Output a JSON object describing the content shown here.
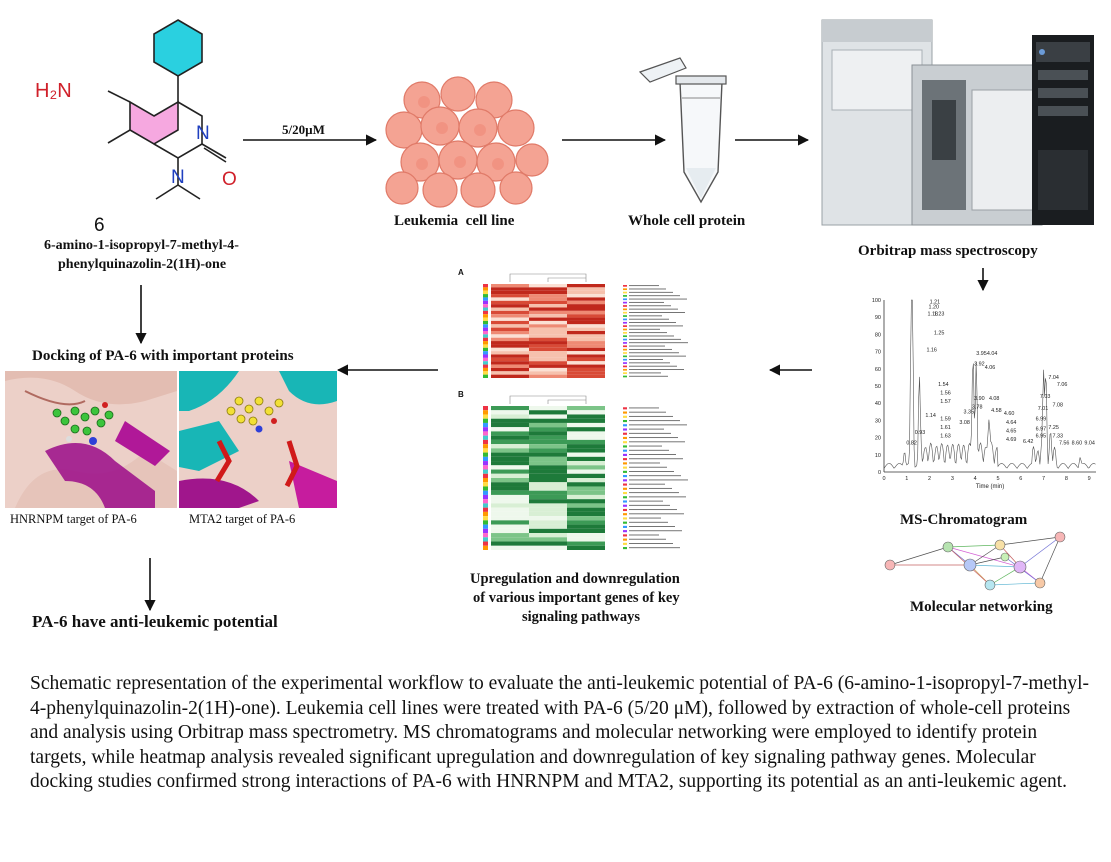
{
  "compound": {
    "amine_label": "H₂N",
    "n_label": "N",
    "o_label": "O",
    "number": "6",
    "name_line1": "6-amino-1-isopropyl-7-methyl-4-",
    "name_line2": "phenylquinazolin-2(1H)-one"
  },
  "workflow": {
    "dose_label": "5/20µM",
    "cell_line_label": "Leukemia  cell line",
    "protein_label": "Whole cell protein",
    "orbitrap_label": "Orbitrap mass spectroscopy",
    "ms_label": "MS-Chromatogram",
    "network_label": "Molecular networking",
    "heatmap_label_line1": "Upregulation and downregulation",
    "heatmap_label_line2": "of various important genes of key",
    "heatmap_label_line3": "signaling pathways",
    "docking_title": "Docking of PA-6 with important proteins",
    "hnrnpm_label": "HNRNPM target of PA-6",
    "mta2_label": "MTA2 target of PA-6",
    "conclusion": "PA-6 have anti-leukemic potential"
  },
  "heatmap": {
    "panel_a": "A",
    "panel_b": "B",
    "colors": {
      "up": "#c0281c",
      "mid": "#f6c1ad",
      "down": "#1e7a3a",
      "light_down": "#d8efd4"
    }
  },
  "chromatogram": {
    "x_axis_label": "Time (min)",
    "y_ticks": [
      "100",
      "90",
      "80",
      "70",
      "60",
      "50",
      "40",
      "30",
      "20",
      "10",
      "0"
    ],
    "x_ticks": [
      "0",
      "1",
      "2",
      "3",
      "4",
      "5",
      "6",
      "7",
      "8",
      "9"
    ],
    "peak_labels": [
      "1.21",
      "1.20",
      "1.18",
      "1.23",
      "1.25",
      "1.16",
      "1.54",
      "1.56",
      "1.57",
      "1.14",
      "1.59",
      "1.61",
      "1.63",
      "0.93",
      "0.82",
      "3.35",
      "3.08",
      "3.78",
      "3.90",
      "3.92",
      "3.95",
      "4.04",
      "4.06",
      "4.08",
      "4.58",
      "4.60",
      "4.64",
      "4.65",
      "4.69",
      "6.42",
      "6.95",
      "6.97",
      "6.99",
      "7.01",
      "7.03",
      "7.04",
      "7.06",
      "7.08",
      "7.25",
      "7.33",
      "7.56",
      "8.60",
      "9.04"
    ]
  },
  "caption": "Schematic representation of the experimental workflow to evaluate the anti-leukemic potential of PA-6 (6-amino-1-isopropyl-7-methyl-4-phenylquinazolin-2(1H)-one). Leukemia cell lines were treated with PA-6 (5/20 μM), followed by extraction of whole-cell proteins and analysis using Orbitrap mass spectrometry. MS chromatograms and molecular networking were employed to identify protein targets, while heatmap analysis revealed significant upregulation and downregulation of key signaling pathway genes. Molecular docking studies confirmed strong interactions of PA-6 with HNRNPM and MTA2, supporting its potential as an anti-leukemic agent."
}
